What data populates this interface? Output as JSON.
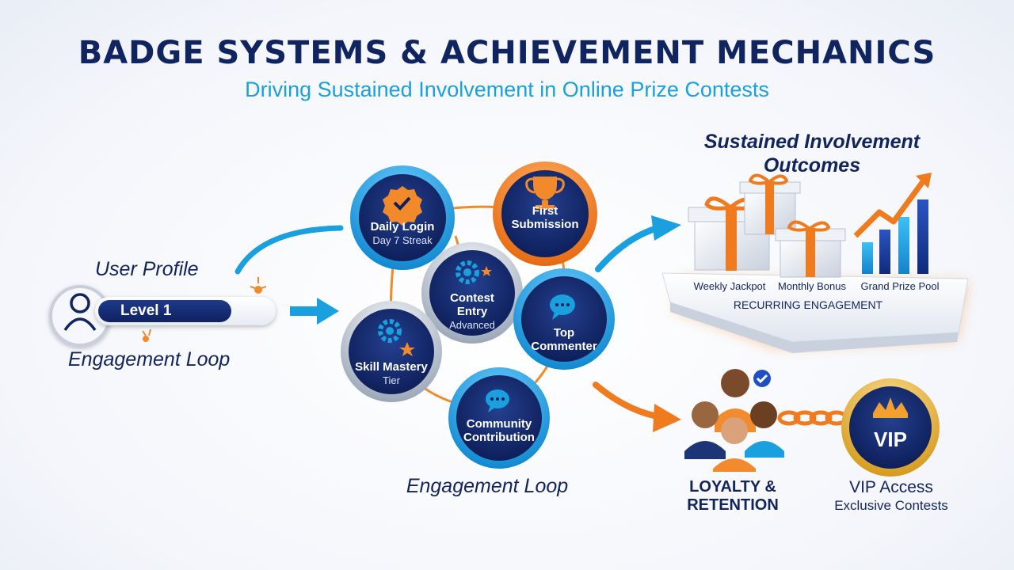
{
  "header": {
    "title": "BADGE SYSTEMS & ACHIEVEMENT MECHANICS",
    "subtitle": "Driving Sustained Involvement in Online Prize Contests"
  },
  "profile": {
    "heading": "User Profile",
    "level_label": "Level 1",
    "loop_label": "Engagement Loop"
  },
  "badges": {
    "daily_login": {
      "title": "Daily Login",
      "sub": "Day 7 Streak"
    },
    "first_submission": {
      "title1": "First",
      "title2": "Submission"
    },
    "contest_entry": {
      "title1": "Contest",
      "title2": "Entry",
      "sub": "Advanced"
    },
    "top_commenter": {
      "title1": "Top",
      "title2": "Commenter"
    },
    "skill_mastery": {
      "title": "Skill Mastery",
      "sub": "Tier"
    },
    "community": {
      "title1": "Community",
      "title2": "Contribution"
    },
    "loop_label": "Engagement Loop"
  },
  "outcomes": {
    "heading1": "Sustained Involvement",
    "heading2": "Outcomes",
    "weekly": "Weekly Jackpot",
    "monthly": "Monthly Bonus",
    "grand": "Grand Prize Pool",
    "recurring": "RECURRING ENGAGEMENT"
  },
  "loyalty": {
    "label1": "LOYALTY &",
    "label2": "RETENTION",
    "vip_badge": "VIP",
    "vip_title": "VIP Access",
    "vip_sub": "Exclusive Contests"
  },
  "colors": {
    "navy": "#10245f",
    "blue": "#1aa0de",
    "orange": "#f07a1e"
  }
}
